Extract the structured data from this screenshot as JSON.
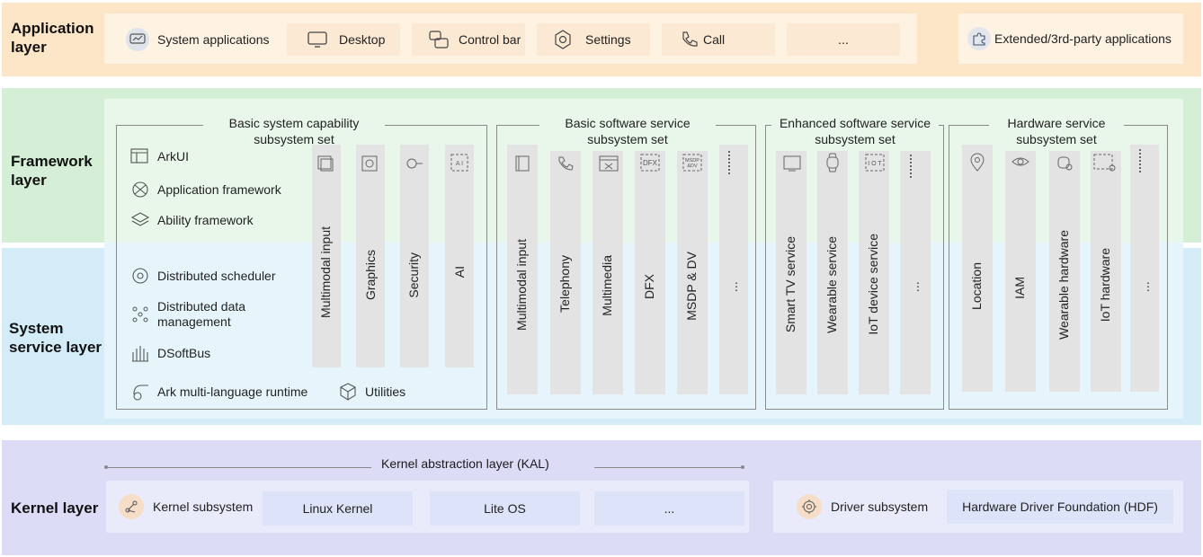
{
  "layers": {
    "application": "Application\nlayer",
    "framework": "Framework\nlayer",
    "system_service": "System\nservice layer",
    "kernel": "Kernel layer"
  },
  "app_layer": {
    "items": [
      {
        "label": "System applications",
        "icon": "system-apps-icon"
      },
      {
        "label": "Desktop",
        "icon": "desktop-icon"
      },
      {
        "label": "Control bar",
        "icon": "control-bar-icon"
      },
      {
        "label": "Settings",
        "icon": "settings-icon"
      },
      {
        "label": "Call",
        "icon": "phone-icon"
      },
      {
        "label": "..."
      }
    ],
    "extended": "Extended/3rd-party applications"
  },
  "basic_capability": {
    "title": "Basic system capability\nsubsystem set",
    "framework_items": [
      "ArkUI",
      "Application framework",
      "Ability framework"
    ],
    "service_items": [
      "Distributed scheduler",
      "Distributed data\nmanagement",
      "DSoftBus"
    ],
    "runtime": "Ark multi-language runtime",
    "utilities": "Utilities",
    "columns": [
      "Multimodal input",
      "Graphics",
      "Security",
      "AI"
    ]
  },
  "basic_software": {
    "title": "Basic software service\nsubsystem set",
    "columns": [
      "Multimodal input",
      "Telephony",
      "Multimedia",
      "DFX",
      "MSDP & DV",
      "⋮"
    ],
    "icon_texts": {
      "dfx": "DFX",
      "msdp": "MSDP\n&DV",
      "ai": "A I",
      "iot": "I O T"
    }
  },
  "enhanced_software": {
    "title": "Enhanced software service\nsubsystem set",
    "columns": [
      "Smart TV service",
      "Wearable service",
      "IoT device service",
      "⋮"
    ]
  },
  "hardware_service": {
    "title": "Hardware service\nsubsystem set",
    "columns": [
      "Location",
      "IAM",
      "Wearable hardware",
      "IoT hardware",
      "⋮"
    ]
  },
  "kernel": {
    "kal": "Kernel abstraction layer (KAL)",
    "subsystem": "Kernel subsystem",
    "kernels": [
      "Linux Kernel",
      "Lite OS",
      "..."
    ],
    "driver": "Driver subsystem",
    "hdf": "Hardware Driver Foundation (HDF)"
  },
  "colors": {
    "app_band": "#fde5c7",
    "framework_band": "#d3eed4",
    "service_band": "#d3ecf8",
    "kernel_band": "#dcdcf7",
    "column": "#e3e3e3"
  }
}
